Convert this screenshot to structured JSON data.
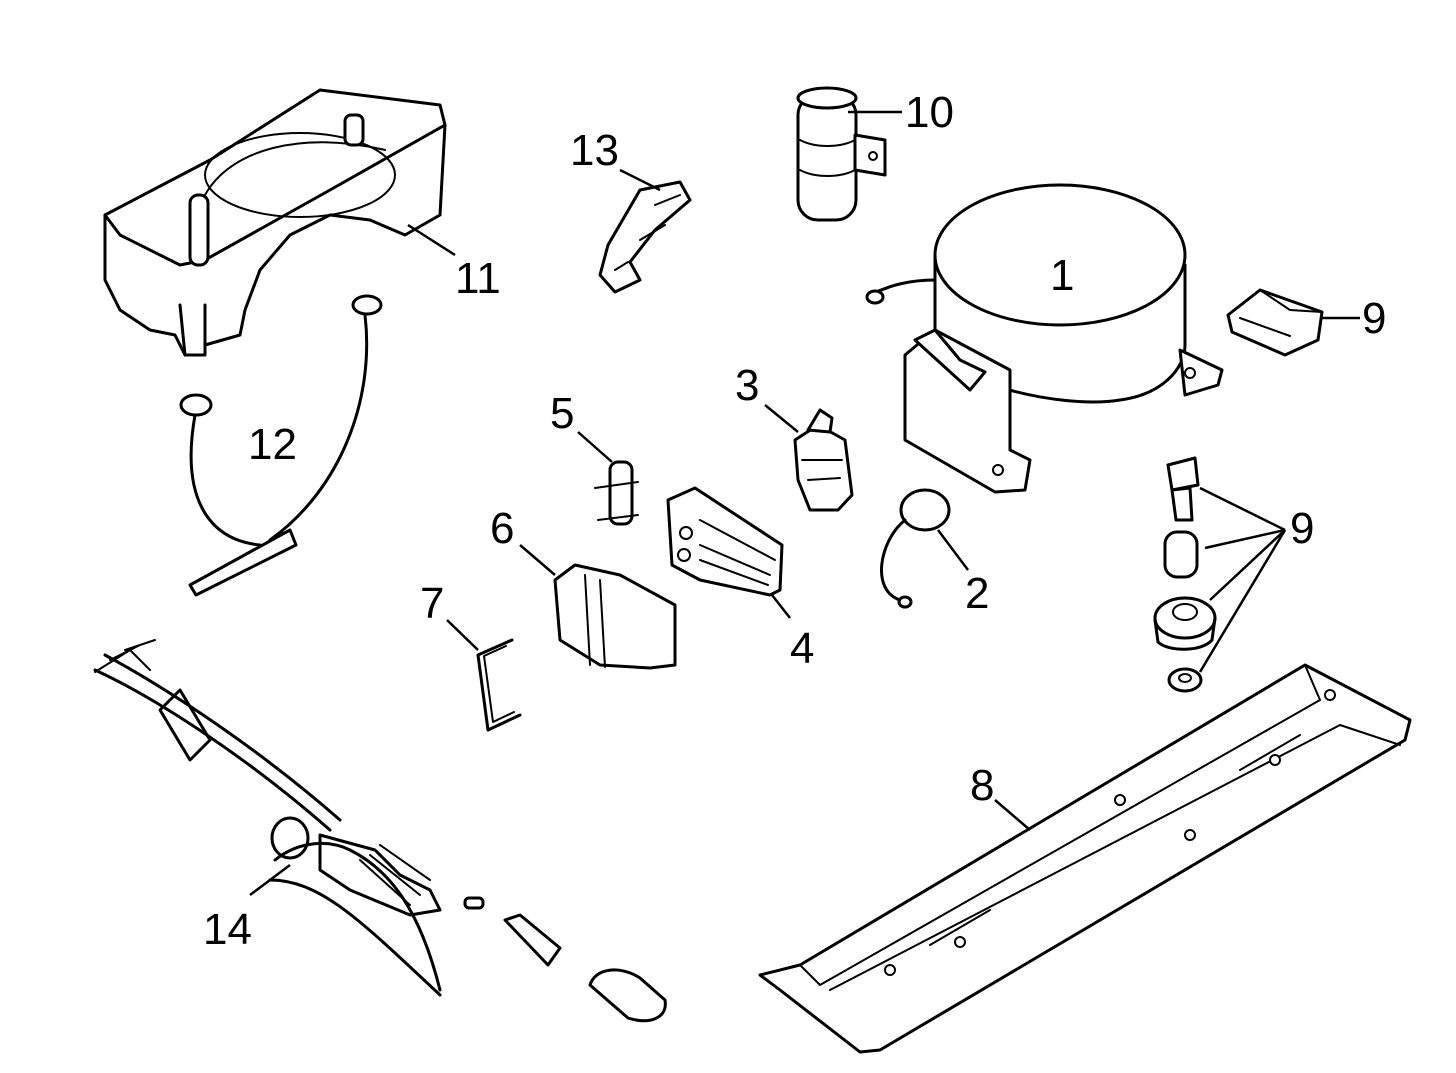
{
  "callouts": {
    "c1": "1",
    "c2": "2",
    "c3": "3",
    "c4": "4",
    "c5": "5",
    "c6": "6",
    "c7": "7",
    "c8": "8",
    "c9a": "9",
    "c9b": "9",
    "c10": "10",
    "c11": "11",
    "c12": "12",
    "c13": "13",
    "c14": "14"
  },
  "colors": {
    "ink": "#000000",
    "paper": "#ffffff"
  }
}
